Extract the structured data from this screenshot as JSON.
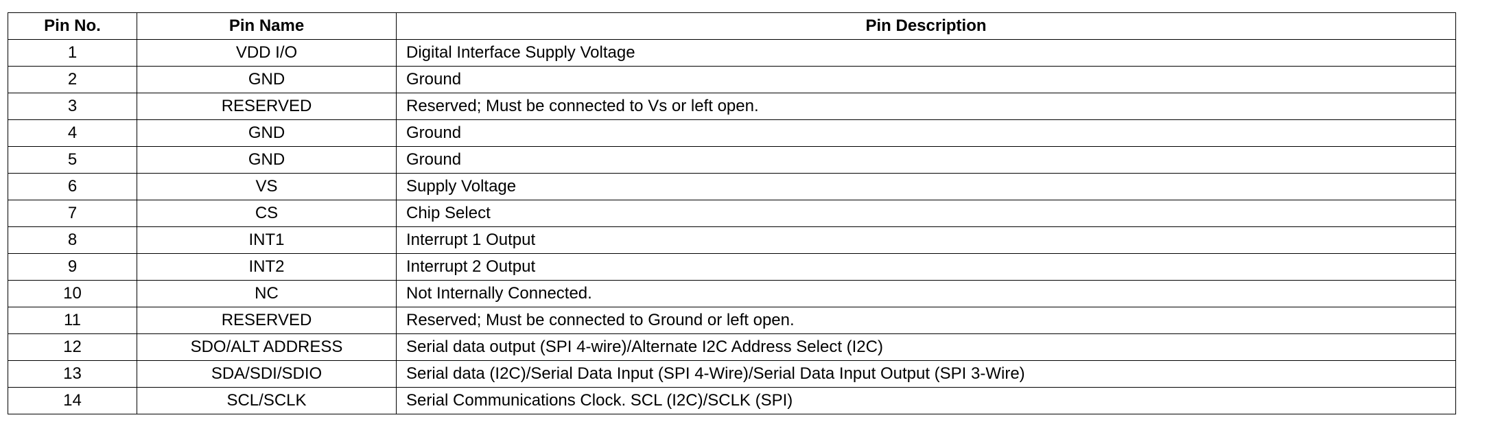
{
  "headers": [
    "Pin No.",
    "Pin Name",
    "Pin Description"
  ],
  "rows": [
    {
      "no": "1",
      "name": "VDD I/O",
      "desc": "Digital Interface Supply Voltage"
    },
    {
      "no": "2",
      "name": "GND",
      "desc": "Ground"
    },
    {
      "no": "3",
      "name": "RESERVED",
      "desc": "Reserved; Must be connected to Vs or left open."
    },
    {
      "no": "4",
      "name": "GND",
      "desc": "Ground"
    },
    {
      "no": "5",
      "name": "GND",
      "desc": "Ground"
    },
    {
      "no": "6",
      "name": "VS",
      "desc": "Supply Voltage"
    },
    {
      "no": "7",
      "name": "CS",
      "desc": "Chip Select"
    },
    {
      "no": "8",
      "name": "INT1",
      "desc": "Interrupt 1 Output"
    },
    {
      "no": "9",
      "name": "INT2",
      "desc": "Interrupt 2 Output"
    },
    {
      "no": "10",
      "name": "NC",
      "desc": "Not Internally Connected."
    },
    {
      "no": "11",
      "name": "RESERVED",
      "desc": "Reserved; Must be connected to Ground or left open."
    },
    {
      "no": "12",
      "name": "SDO/ALT ADDRESS",
      "desc": "Serial data output (SPI 4-wire)/Alternate I2C Address Select (I2C)"
    },
    {
      "no": "13",
      "name": "SDA/SDI/SDIO",
      "desc": "Serial data (I2C)/Serial Data Input (SPI 4-Wire)/Serial Data Input Output (SPI 3-Wire)"
    },
    {
      "no": "14",
      "name": "SCL/SCLK",
      "desc": "Serial Communications Clock. SCL (I2C)/SCLK (SPI)"
    }
  ]
}
